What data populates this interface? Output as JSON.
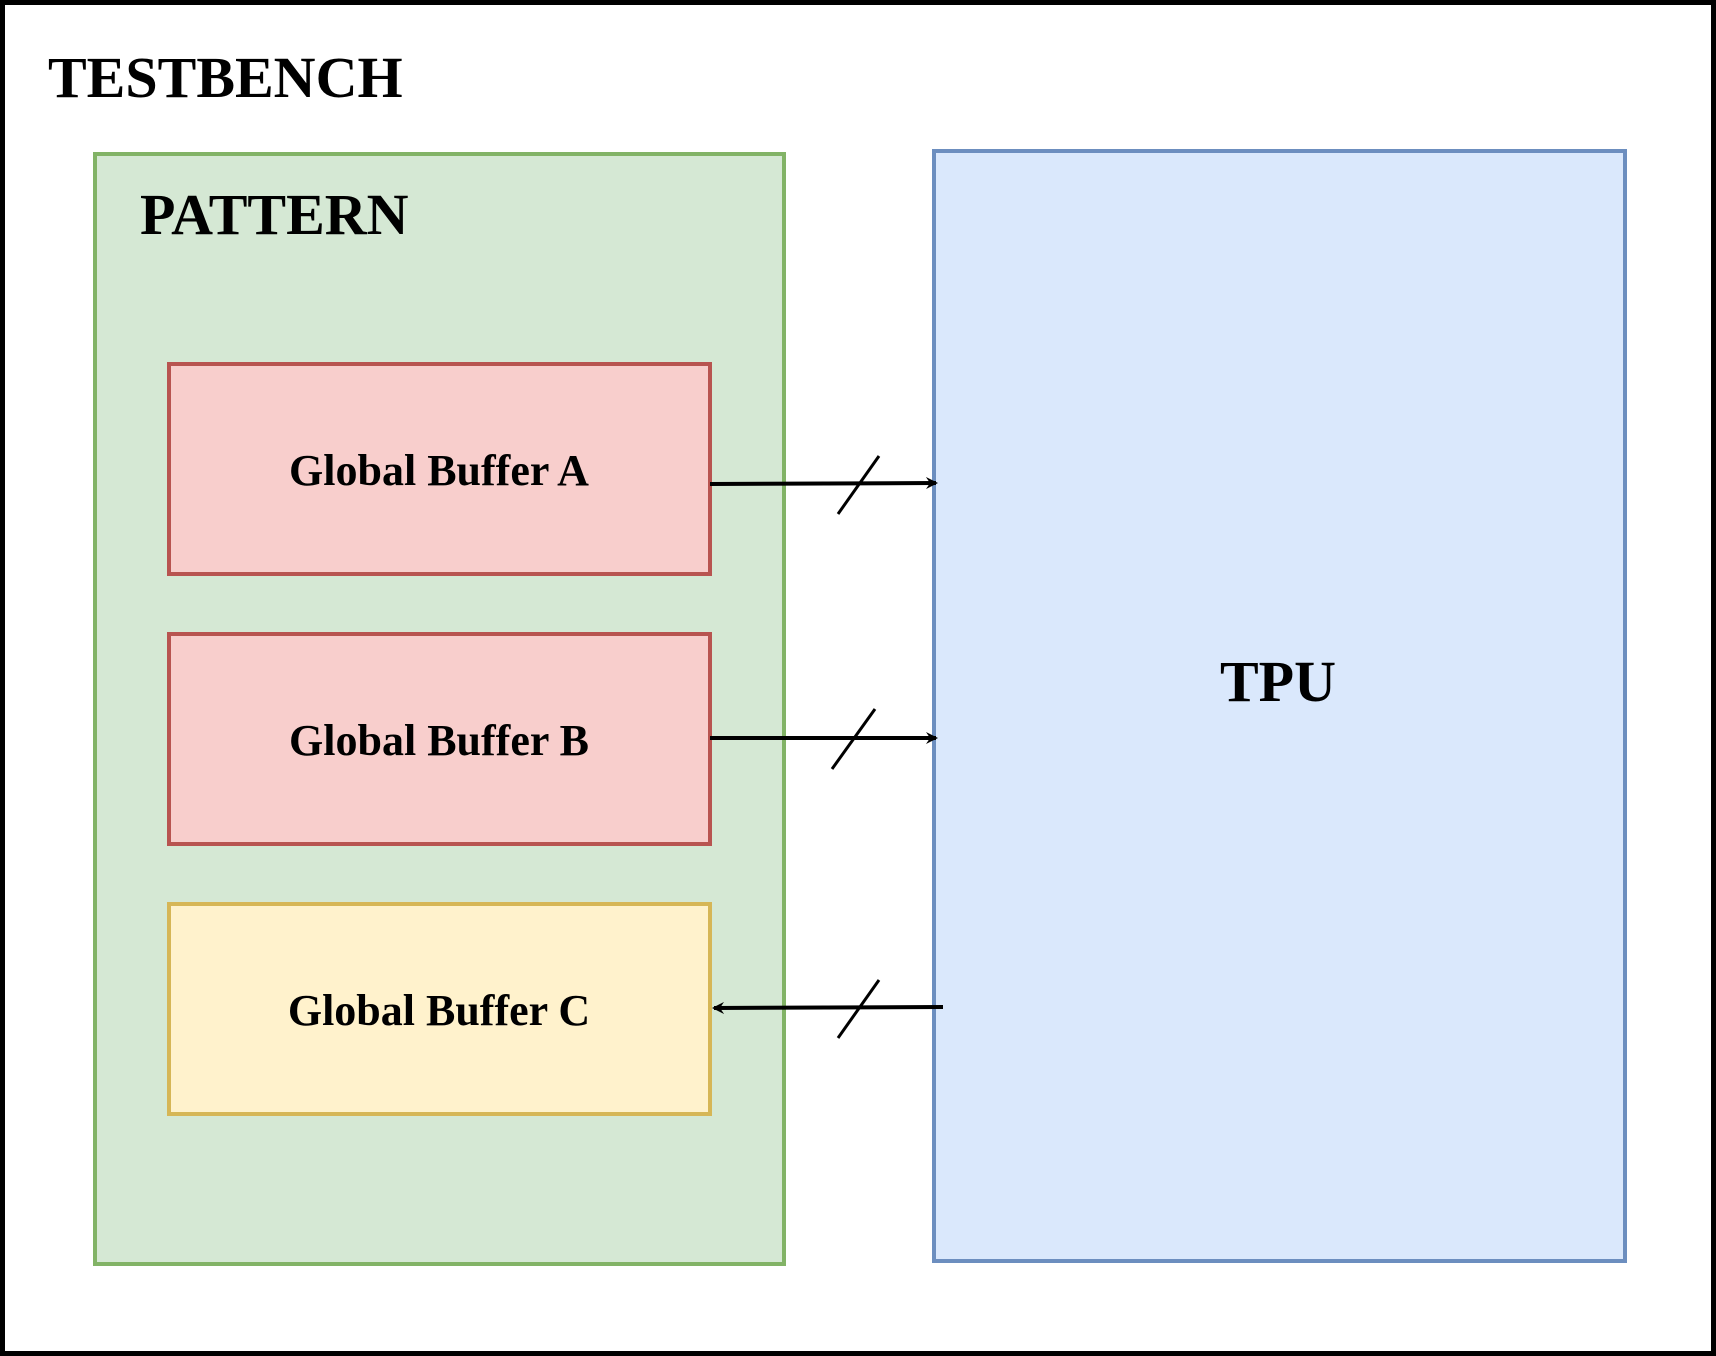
{
  "testbench": {
    "label": "TESTBENCH"
  },
  "pattern": {
    "label": "PATTERN"
  },
  "tpu": {
    "label": "TPU"
  },
  "buffers": [
    {
      "label": "Global Buffer A",
      "direction": "to-tpu"
    },
    {
      "label": "Global Buffer B",
      "direction": "to-tpu"
    },
    {
      "label": "Global Buffer C",
      "direction": "from-tpu"
    }
  ],
  "colors": {
    "pattern_fill": "#d5e8d4",
    "pattern_stroke": "#82b366",
    "tpu_fill": "#dae8fc",
    "tpu_stroke": "#6c8ebf",
    "buffer_ab_fill": "#f8cecc",
    "buffer_ab_stroke": "#b85450",
    "buffer_c_fill": "#fff2cc",
    "buffer_c_stroke": "#d6b656"
  }
}
